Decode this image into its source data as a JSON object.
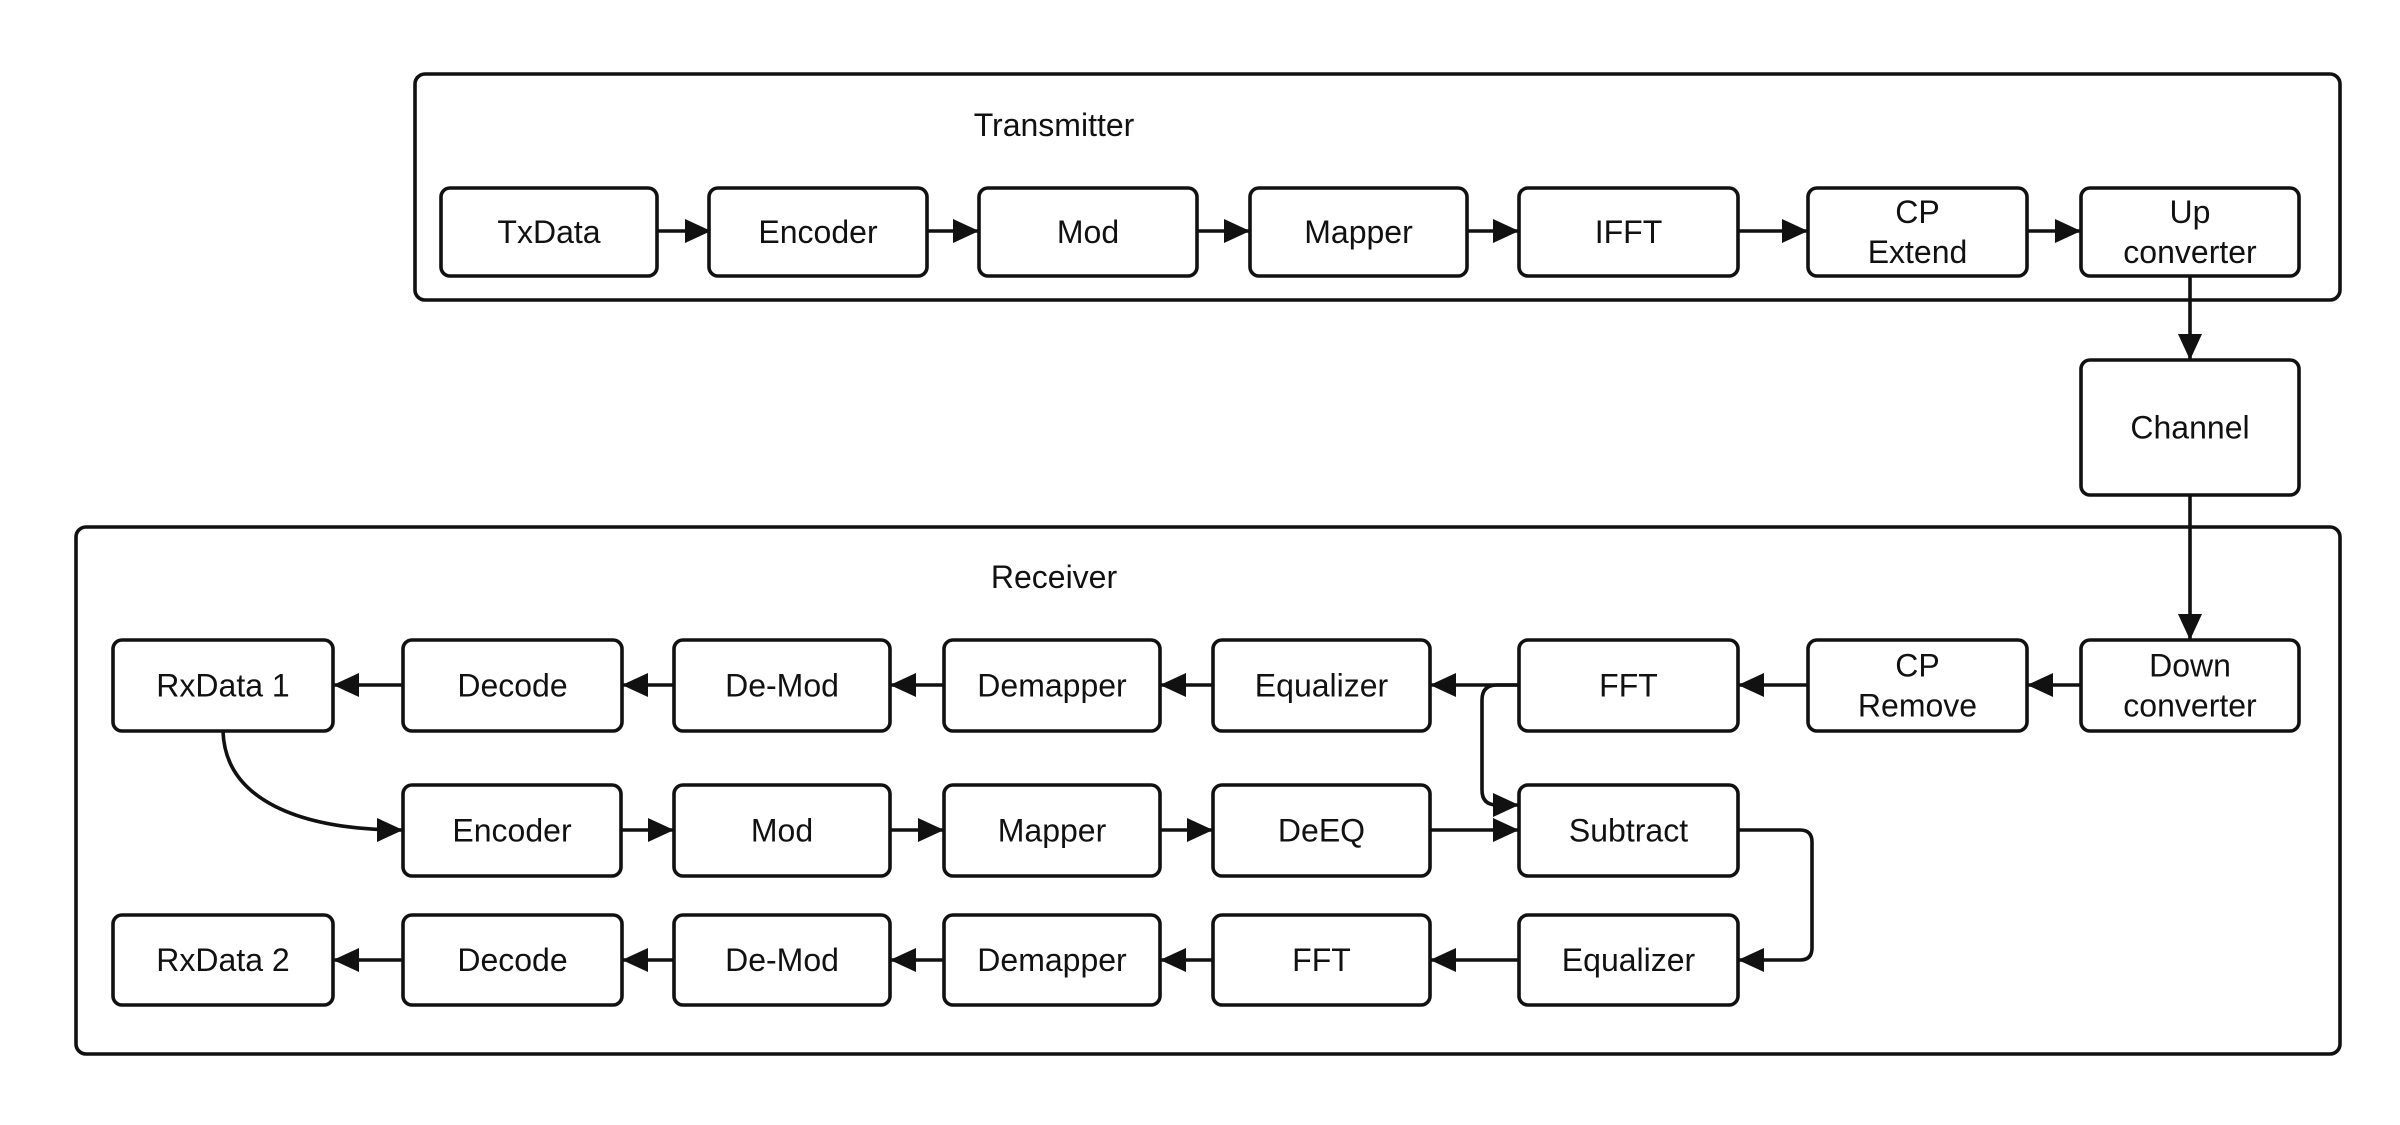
{
  "transmitter": {
    "title": "Transmitter",
    "blocks": [
      {
        "id": "tx_txdata",
        "lines": [
          "TxData"
        ]
      },
      {
        "id": "tx_encoder",
        "lines": [
          "Encoder"
        ]
      },
      {
        "id": "tx_mod",
        "lines": [
          "Mod"
        ]
      },
      {
        "id": "tx_mapper",
        "lines": [
          "Mapper"
        ]
      },
      {
        "id": "tx_ifft",
        "lines": [
          "IFFT"
        ]
      },
      {
        "id": "tx_cp_extend",
        "lines": [
          "CP",
          "Extend"
        ]
      },
      {
        "id": "tx_upconverter",
        "lines": [
          "Up",
          "converter"
        ]
      }
    ]
  },
  "channel": {
    "id": "channel",
    "lines": [
      "Channel"
    ]
  },
  "receiver": {
    "title": "Receiver",
    "blocks": [
      {
        "id": "rx_downconverter",
        "lines": [
          "Down",
          "converter"
        ]
      },
      {
        "id": "rx_cp_remove",
        "lines": [
          "CP",
          "Remove"
        ]
      },
      {
        "id": "rx_fft1",
        "lines": [
          "FFT"
        ]
      },
      {
        "id": "rx_equalizer1",
        "lines": [
          "Equalizer"
        ]
      },
      {
        "id": "rx_demapper1",
        "lines": [
          "Demapper"
        ]
      },
      {
        "id": "rx_demod1",
        "lines": [
          "De-Mod"
        ]
      },
      {
        "id": "rx_decode1",
        "lines": [
          "Decode"
        ]
      },
      {
        "id": "rx_rxdata1",
        "lines": [
          "RxData 1"
        ]
      },
      {
        "id": "rx_encoder",
        "lines": [
          "Encoder"
        ]
      },
      {
        "id": "rx_mod",
        "lines": [
          "Mod"
        ]
      },
      {
        "id": "rx_mapper",
        "lines": [
          "Mapper"
        ]
      },
      {
        "id": "rx_deeq",
        "lines": [
          "DeEQ"
        ]
      },
      {
        "id": "rx_subtract",
        "lines": [
          "Subtract"
        ]
      },
      {
        "id": "rx_equalizer2",
        "lines": [
          "Equalizer"
        ]
      },
      {
        "id": "rx_fft2",
        "lines": [
          "FFT"
        ]
      },
      {
        "id": "rx_demapper2",
        "lines": [
          "Demapper"
        ]
      },
      {
        "id": "rx_demod2",
        "lines": [
          "De-Mod"
        ]
      },
      {
        "id": "rx_decode2",
        "lines": [
          "Decode"
        ]
      },
      {
        "id": "rx_rxdata2",
        "lines": [
          "RxData 2"
        ]
      }
    ]
  },
  "connections": [
    {
      "from": "tx_txdata",
      "to": "tx_encoder"
    },
    {
      "from": "tx_encoder",
      "to": "tx_mod"
    },
    {
      "from": "tx_mod",
      "to": "tx_mapper"
    },
    {
      "from": "tx_mapper",
      "to": "tx_ifft"
    },
    {
      "from": "tx_ifft",
      "to": "tx_cp_extend"
    },
    {
      "from": "tx_cp_extend",
      "to": "tx_upconverter"
    },
    {
      "from": "tx_upconverter",
      "to": "channel"
    },
    {
      "from": "channel",
      "to": "rx_downconverter"
    },
    {
      "from": "rx_downconverter",
      "to": "rx_cp_remove"
    },
    {
      "from": "rx_cp_remove",
      "to": "rx_fft1"
    },
    {
      "from": "rx_fft1",
      "to": "rx_equalizer1"
    },
    {
      "from": "rx_fft1",
      "to": "rx_subtract"
    },
    {
      "from": "rx_equalizer1",
      "to": "rx_demapper1"
    },
    {
      "from": "rx_demapper1",
      "to": "rx_demod1"
    },
    {
      "from": "rx_demod1",
      "to": "rx_decode1"
    },
    {
      "from": "rx_decode1",
      "to": "rx_rxdata1"
    },
    {
      "from": "rx_rxdata1",
      "to": "rx_encoder"
    },
    {
      "from": "rx_encoder",
      "to": "rx_mod"
    },
    {
      "from": "rx_mod",
      "to": "rx_mapper"
    },
    {
      "from": "rx_mapper",
      "to": "rx_deeq"
    },
    {
      "from": "rx_deeq",
      "to": "rx_subtract"
    },
    {
      "from": "rx_subtract",
      "to": "rx_equalizer2"
    },
    {
      "from": "rx_equalizer2",
      "to": "rx_fft2"
    },
    {
      "from": "rx_fft2",
      "to": "rx_demapper2"
    },
    {
      "from": "rx_demapper2",
      "to": "rx_demod2"
    },
    {
      "from": "rx_demod2",
      "to": "rx_decode2"
    },
    {
      "from": "rx_decode2",
      "to": "rx_rxdata2"
    }
  ]
}
